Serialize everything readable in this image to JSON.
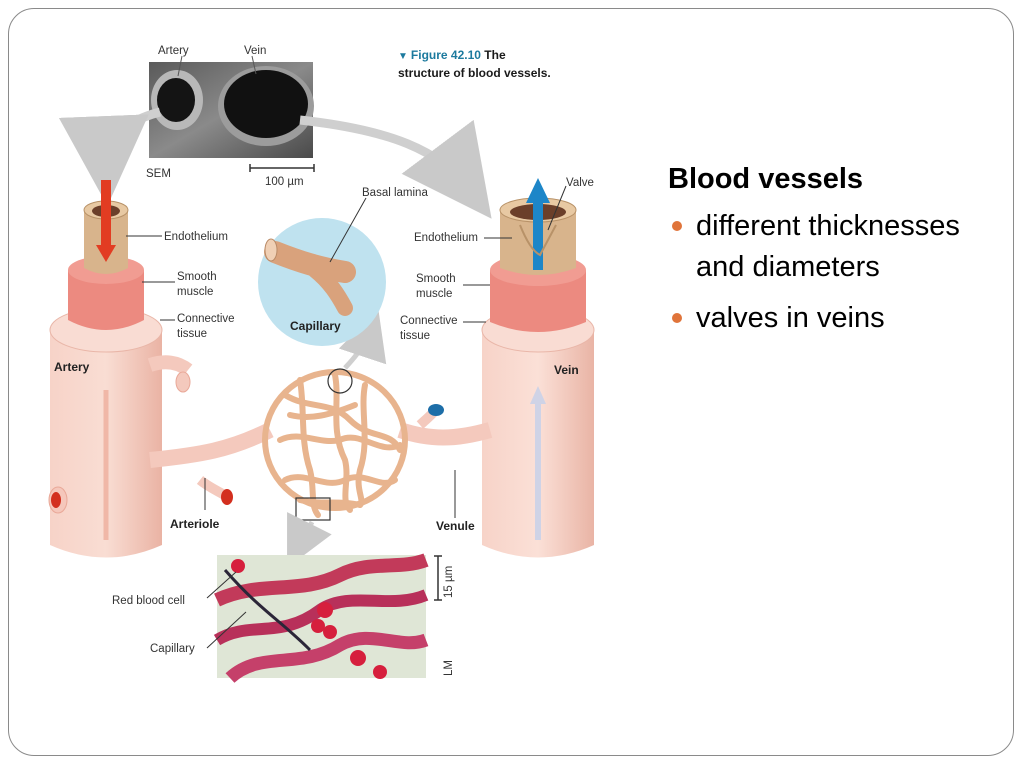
{
  "slide": {
    "heading": "Blood vessels",
    "bullets": [
      "different thicknesses and diameters",
      "valves in veins"
    ],
    "bullet_color": "#e0743a"
  },
  "figure": {
    "caption_number": "Figure 42.10",
    "caption_the": "The",
    "caption_title": "structure of blood vessels.",
    "sem_labels": {
      "artery": "Artery",
      "vein": "Vein",
      "sem": "SEM",
      "scale": "100 µm"
    },
    "labels": {
      "basal_lamina": "Basal lamina",
      "valve": "Valve",
      "endothelium_left": "Endothelium",
      "endothelium_right": "Endothelium",
      "smooth_left_1": "Smooth",
      "smooth_left_2": "muscle",
      "smooth_right_1": "Smooth",
      "smooth_right_2": "muscle",
      "connective_left_1": "Connective",
      "connective_left_2": "tissue",
      "connective_right_1": "Connective",
      "connective_right_2": "tissue",
      "capillary_bubble": "Capillary",
      "artery": "Artery",
      "vein": "Vein",
      "arteriole": "Arteriole",
      "venule": "Venule",
      "red_blood_cell": "Red blood cell",
      "capillary_lm": "Capillary",
      "lm_scale": "15 µm",
      "lm": "LM"
    },
    "colors": {
      "vessel_pink": "#f4c9bd",
      "muscle_red": "#ec8a80",
      "capillary_tan": "#e8b48e",
      "arrow_red": "#e23c22",
      "arrow_blue": "#1d86c8",
      "bubble_blue": "#bfe2ef",
      "caption_blue": "#1c7a9e"
    }
  }
}
